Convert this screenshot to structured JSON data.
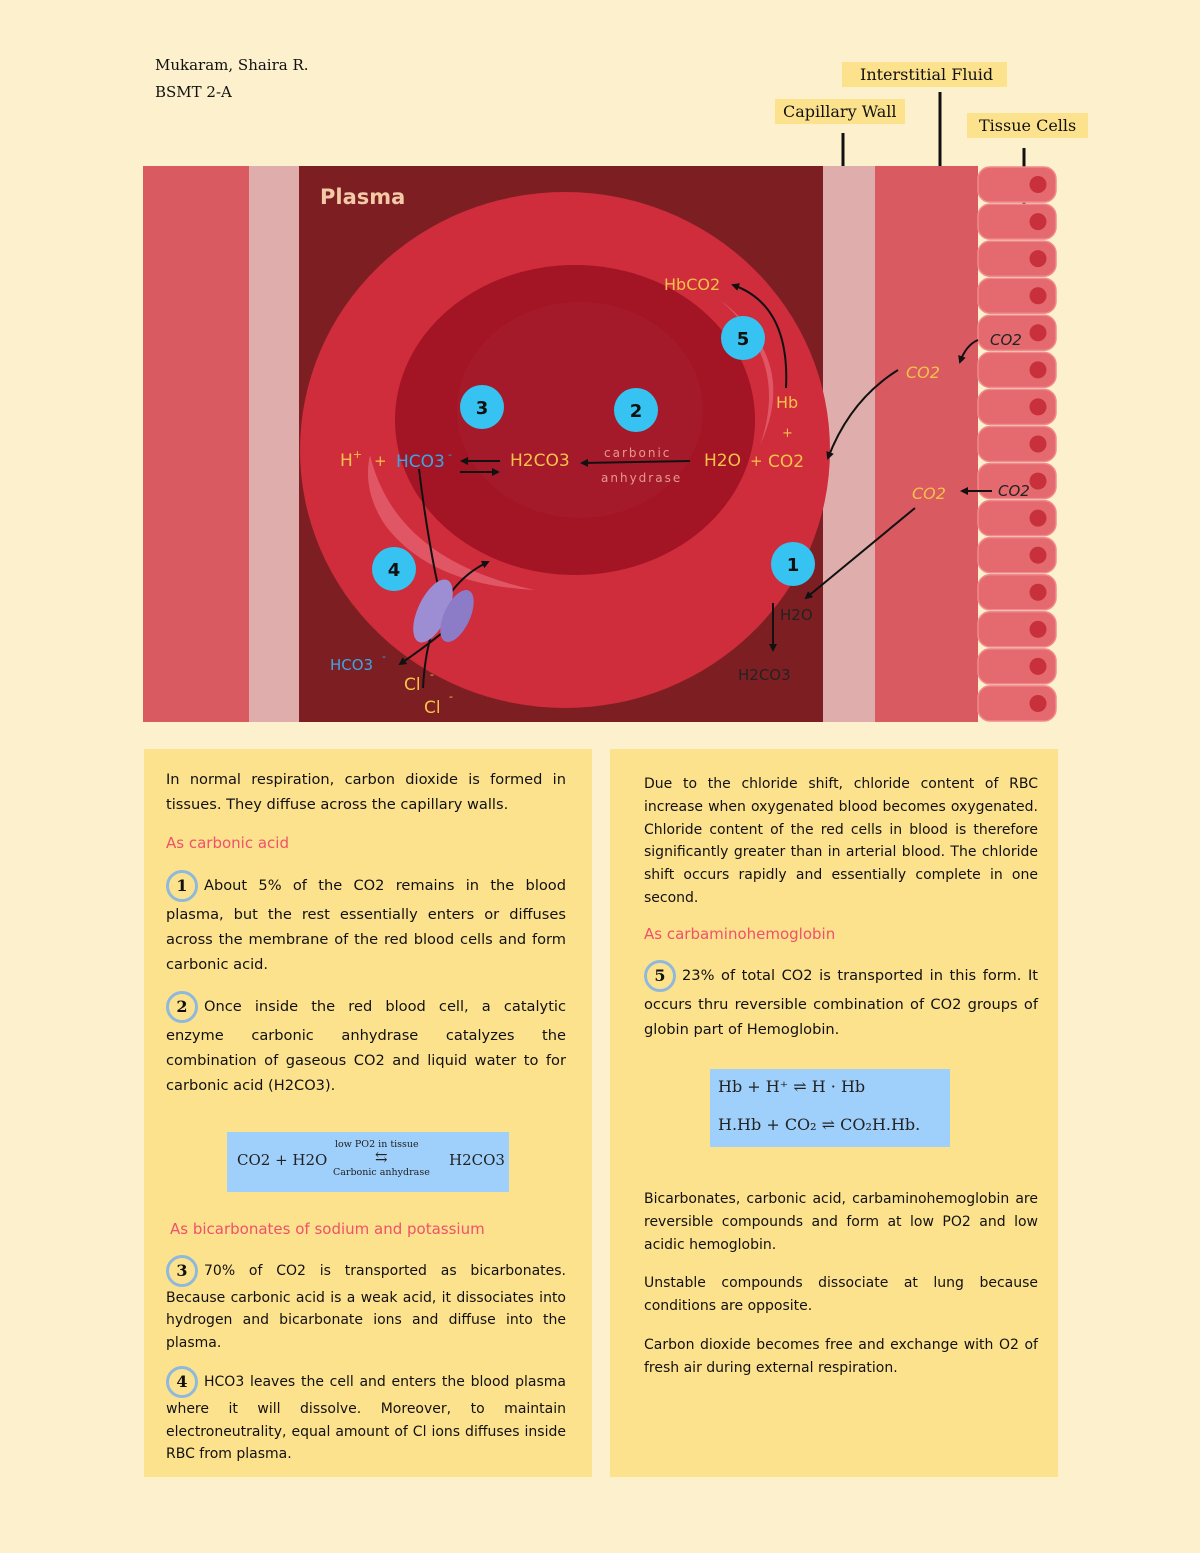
{
  "author": {
    "name": "Mukaram, Shaira R.",
    "section": "BSMT 2-A"
  },
  "top_labels": {
    "interstitial": "Interstitial Fluid",
    "capillary": "Capillary Wall",
    "tissue": "Tissue Cells"
  },
  "diagram": {
    "plasma": "Plasma",
    "hbco2": "HbCO2",
    "hb": "Hb",
    "plus": "+",
    "h_ion": "H",
    "plus_sup": "+",
    "hco3_in": "HCO3",
    "h2co3": "H2CO3",
    "carbonic": "carbonic",
    "anhydrase": "anhydrase",
    "h2o": "H2O",
    "co2": "CO2",
    "co2_tissue_a": "CO2",
    "co2_plasma_a": "CO2",
    "co2_plasma_b": "CO2",
    "co2_tissue_b": "CO2",
    "h2o_plasma": "H2O",
    "h2co3_plasma": "H2CO3",
    "hco3_out": "HCO3",
    "cl_a": "Cl",
    "cl_b": "Cl",
    "minus": "-",
    "steps": [
      "1",
      "2",
      "3",
      "4",
      "5"
    ]
  },
  "left_panel": {
    "intro": "In normal respiration, carbon dioxide is formed in tissues. They diffuse across the capillary walls.",
    "heading_carbonic": "As carbonic acid",
    "step1_num": "1",
    "step1": "About 5% of the CO2 remains in the blood plasma, but the rest essentially enters or diffuses across the membrane of the red blood cells and form carbonic acid.",
    "step2_num": "2",
    "step2": "Once inside the red blood cell, a catalytic enzyme carbonic anhydrase catalyzes the combination of gaseous CO2 and liquid water to for carbonic acid (H2CO3).",
    "eq1_left": "CO2 + H2O",
    "eq1_top": "low PO2 in tissue",
    "eq1_arrow": "⇆",
    "eq1_bottom": "Carbonic anhydrase",
    "eq1_right": "H2CO3",
    "heading_bicarb": "As bicarbonates of sodium and potassium",
    "step3_num": "3",
    "step3": "70% of CO2 is transported as bicarbonates. Because carbonic acid is a weak acid, it dissociates into hydrogen and bicarbonate ions and diffuse into the plasma.",
    "step4_num": "4",
    "step4": "HCO3 leaves the cell and enters the blood plasma where it will dissolve. Moreover, to maintain electroneutrality, equal amount of Cl ions diffuses inside RBC from plasma."
  },
  "right_panel": {
    "chloride": "Due to the chloride shift, chloride content of RBC increase when oxygenated blood becomes oxygenated. Chloride content of the red cells in blood is therefore significantly greater than in arterial blood. The chloride shift occurs rapidly and essentially complete in one second.",
    "heading_carbamino": "As carbaminohemoglobin",
    "step5_num": "5",
    "step5": "23% of total CO2 is transported in this form. It occurs thru reversible combination of CO2 groups of globin part of Hemoglobin.",
    "eq2_line1": "Hb + H⁺ ⇌ H · Hb",
    "eq2_line2": "H.Hb + CO₂ ⇌ CO₂H.Hb.",
    "summary1": "Bicarbonates, carbonic acid, carbaminohemoglobin are reversible compounds and form at low PO2 and low acidic hemoglobin.",
    "summary2": "Unstable compounds dissociate at lung because conditions are opposite.",
    "summary3": "Carbon dioxide becomes free and exchange with O2 of fresh air during external respiration."
  }
}
